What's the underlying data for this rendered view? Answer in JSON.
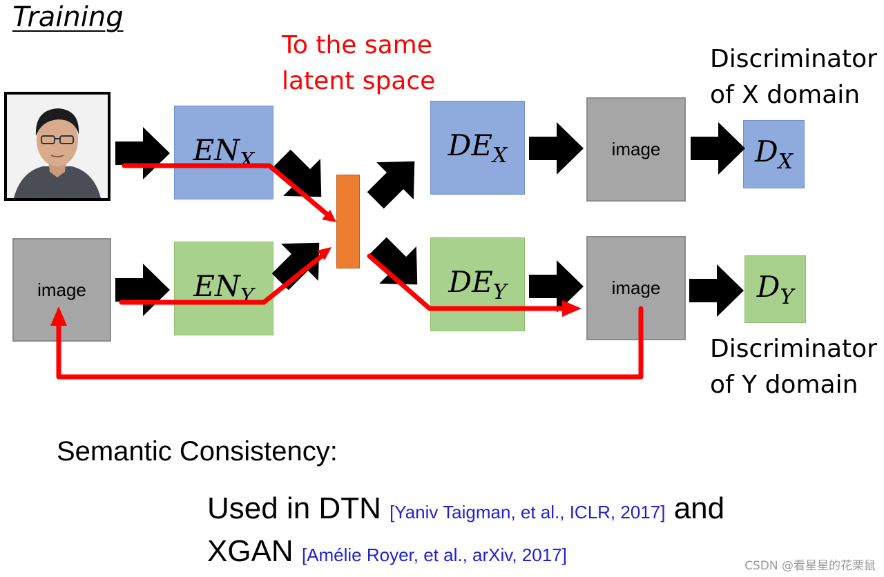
{
  "title": "Training",
  "latent_note": {
    "line1": "To the same",
    "line2": "latent space"
  },
  "discriminator_x": {
    "line1": "Discriminator",
    "line2": "of X domain"
  },
  "discriminator_y": {
    "line1": "Discriminator",
    "line2": "of Y domain"
  },
  "blocks": {
    "image_label": "image",
    "en_x": {
      "base": "EN",
      "sub": "X"
    },
    "en_y": {
      "base": "EN",
      "sub": "Y"
    },
    "de_x": {
      "base": "DE",
      "sub": "X"
    },
    "de_y": {
      "base": "DE",
      "sub": "Y"
    },
    "d_x": {
      "base": "D",
      "sub": "X"
    },
    "d_y": {
      "base": "D",
      "sub": "Y"
    }
  },
  "semantic_heading": "Semantic Consistency:",
  "ref1": {
    "prefix": "Used in DTN",
    "cite": "[Yaniv Taigman, et al., ICLR, 2017]",
    "suffix": "and"
  },
  "ref2": {
    "prefix": "XGAN",
    "cite": "[Amélie Royer, et al., arXiv, 2017]"
  },
  "watermark": "CSDN @看星星的花栗鼠",
  "colors": {
    "encoder_x": "#8faadc",
    "encoder_y": "#a9d18e",
    "latent": "#ed7d31",
    "image_block": "#a6a6a6",
    "flow_path": "#ff0000",
    "citation": "#1f1fd6"
  },
  "icons": {
    "input_photo": "person-photo-icon"
  }
}
